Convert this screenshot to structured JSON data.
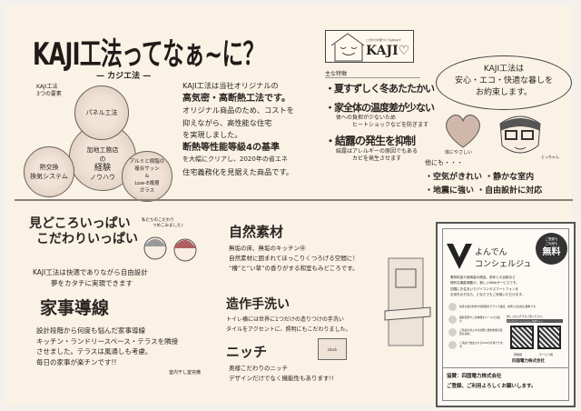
{
  "title": "KAJI工法ってなぁ~に？",
  "subtitle": "カジエ法",
  "elements_label": [
    "KAJI工法",
    "3つの要素"
  ],
  "circles": {
    "top": "パネル工法",
    "middle": [
      "加地工務店",
      "の",
      "経験",
      "ノウハウ"
    ],
    "left": [
      "熱交換",
      "換気システム"
    ],
    "right": [
      "アルミと樹脂の",
      "複合サッシ",
      "&",
      "Low-E複層",
      "ガラス"
    ]
  },
  "intro": [
    "KAJI工法は当社オリジナルの",
    "高気密・高断熱工法です。",
    "オリジナル商品のため、コストを",
    "抑えながら、高性能な住宅",
    "を実現しました。",
    "断熱等性能等級4の基準",
    "を大幅にクリアし、2020年の省エネ",
    "住宅義務化を見据えた商品です。"
  ],
  "logo": {
    "tagline": "こだわりの家づくりはKAJIで",
    "name": "KAJI♡"
  },
  "features": {
    "label": "主な特徴",
    "items": [
      "・夏すずしく冬あたたかい",
      "・家全体の温度差が少ない",
      "・結露の発生を抑制"
    ],
    "notes": [
      "体への負担が少ないため",
      "ヒートショックなどを防ぎます",
      "結露はアレルギーの原因でもある",
      "カビを発生させます"
    ]
  },
  "heart_caption": "体にやさしい",
  "others": {
    "label": "他にも・・・",
    "items": [
      "・空気がきれい",
      "・静かな室内",
      "・地震に強い",
      "・自由設計に対応"
    ]
  },
  "bubble": [
    "KAJI工法は",
    "安心・エコ・快適な暮しを",
    "お約束します。"
  ],
  "character_name": "とっちゃん",
  "highlights": {
    "heading": [
      "見どころいっぱい",
      "こだわりいっぱい"
    ],
    "caption": [
      "私たちのこだわり",
      "つめこみました♪"
    ],
    "text": [
      "KAJI工法は快適でありながら自由設計",
      "夢をカタチに実現できます"
    ]
  },
  "housework": {
    "heading": "家事導線",
    "lines": [
      "設計段階から何度も悩んだ家事導線",
      "キッチン・ランドリースペース・テラスを隣接",
      "させました。テラスは風通しも考慮。",
      "毎日の家事が楽チンです!!"
    ],
    "caption": "室内干し室完備"
  },
  "natural": {
    "heading": "自然素材",
    "lines": [
      "無垢の床、無垢のキッチン㊥",
      "自然素材に囲まれてほっこりくつろげる空間に！",
      "“檜”と“い草”の香りがする和室もみどころです。"
    ]
  },
  "washbasin": {
    "heading": "造作手洗い",
    "lines": [
      "トイレ横には世界に1つだけの造りつけの手洗い",
      "タイルをアクセントに、照明にもこだわりました。"
    ]
  },
  "niche": {
    "heading": "ニッチ",
    "lines": [
      "奥様こだわりのニッチ",
      "デザインだけでなく機能性もあります!!"
    ],
    "clock": "clock"
  },
  "ad": {
    "badge": [
      "ご登録も",
      "ご利用も",
      "無料"
    ],
    "brand": [
      "よんでん",
      "コンシェルジュ"
    ],
    "desc": [
      "電気料金や使用量の照会、前年との比較など",
      "便利な機能満載の、新しいWebサービスです。",
      "四国にお住まいでパソコンやスマートフォンを",
      "お持ちの方なら、どなたでもご利用いただけます。"
    ],
    "features": [
      "毎月の電気料金や使用量をグラフで確認。前年との比較も簡単です。",
      "検針結果やご請求額をメールでお届け。",
      "ご家庭の省エネの診断と節約金額の目安を試算。",
      "ご家庭で放出されるCO2の計算できます。"
    ],
    "qr_header": "詳しくはコチラをご覧ください。",
    "qr_sub": "よんでんコンシェルジュ 新規サイト",
    "qr_labels": [
      "登録用",
      "サービス用"
    ],
    "company": "四国電力株式会社",
    "coop": "協賛：四国電力株式会社",
    "footer": "ご登録、ご利用よろしくお願いします。"
  }
}
